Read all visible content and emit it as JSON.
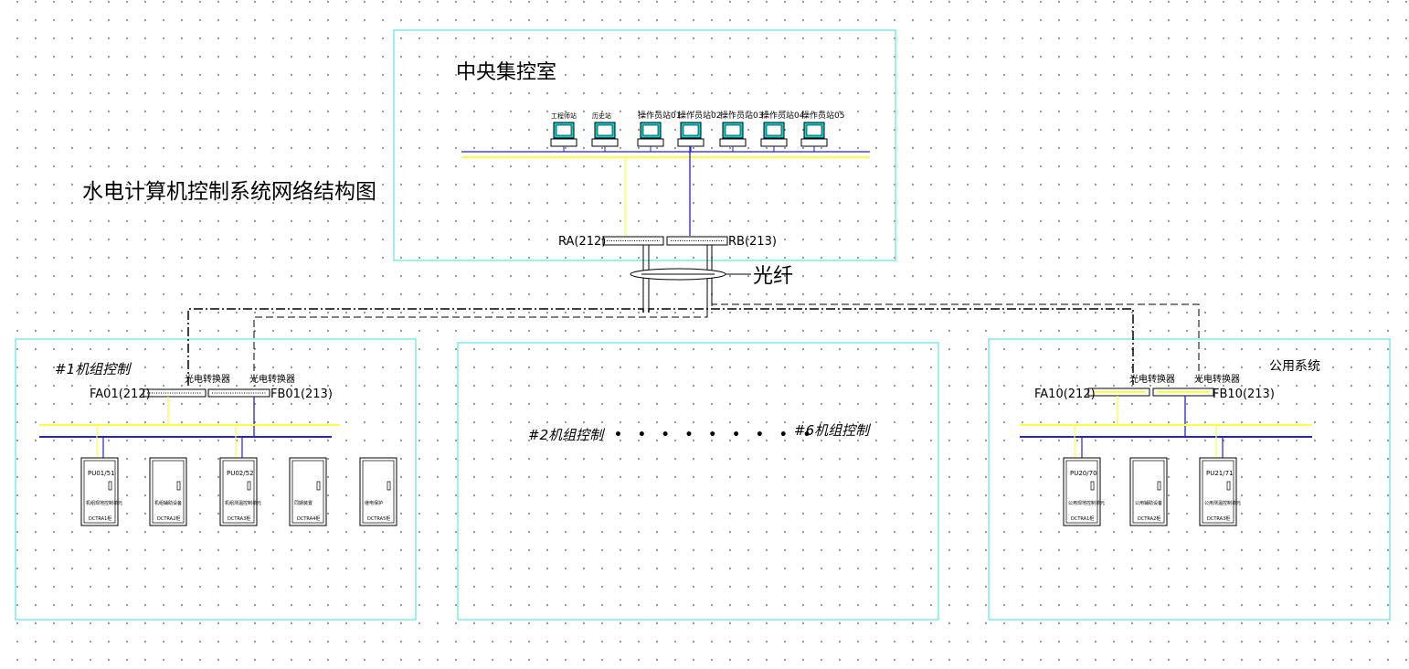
{
  "title": "水电计算机控制系统网络结构图",
  "central": {
    "label": "中央集控室",
    "workstations": [
      "工程师站",
      "历史站",
      "操作员站01",
      "操作员站02",
      "操作员站03",
      "操作员站04",
      "操作员站05"
    ],
    "switch_a": "RA(212)",
    "switch_b": "RB(213)"
  },
  "fiber": {
    "label": "光纤"
  },
  "unit1": {
    "label": "#1机组控制",
    "converter_a": "光电转换器",
    "converter_b": "光电转换器",
    "switch_a": "FA01(212)",
    "switch_b": "FB01(213)",
    "cabinets": [
      {
        "top": "PU01/51",
        "mid": "机组现地控制单元",
        "bottom": "DCTRA1柜"
      },
      {
        "top": "",
        "mid": "机组辅助设备",
        "bottom": "DCTRA2柜"
      },
      {
        "top": "PU02/52",
        "mid": "机组测温控制单元",
        "bottom": "DCTRA3柜"
      },
      {
        "top": "",
        "mid": "同期装置",
        "bottom": "DCTRA4柜"
      },
      {
        "top": "",
        "mid": "继电保护",
        "bottom": "DCTRA5柜"
      }
    ]
  },
  "middle": {
    "label_start": "#2机组控制",
    "dots": "• • • • • • • • •",
    "label_end": "#6机组控制"
  },
  "common": {
    "label": "公用系统",
    "converter_a": "光电转换器",
    "converter_b": "光电转换器",
    "switch_a": "FA10(212)",
    "switch_b": "FB10(213)",
    "cabinets": [
      {
        "top": "PU20/70",
        "mid": "公用现地控制单元",
        "bottom": "DCTRA1柜"
      },
      {
        "top": "",
        "mid": "公用辅助设备",
        "bottom": "DCTRA2柜"
      },
      {
        "top": "PU21/71",
        "mid": "公用测温控制单元",
        "bottom": "DCTRA3柜"
      }
    ]
  },
  "colors": {
    "net_a": "#ffff40",
    "net_b": "#2323c8",
    "frame": "#5fe3ea",
    "screen": "#00d2d2"
  }
}
